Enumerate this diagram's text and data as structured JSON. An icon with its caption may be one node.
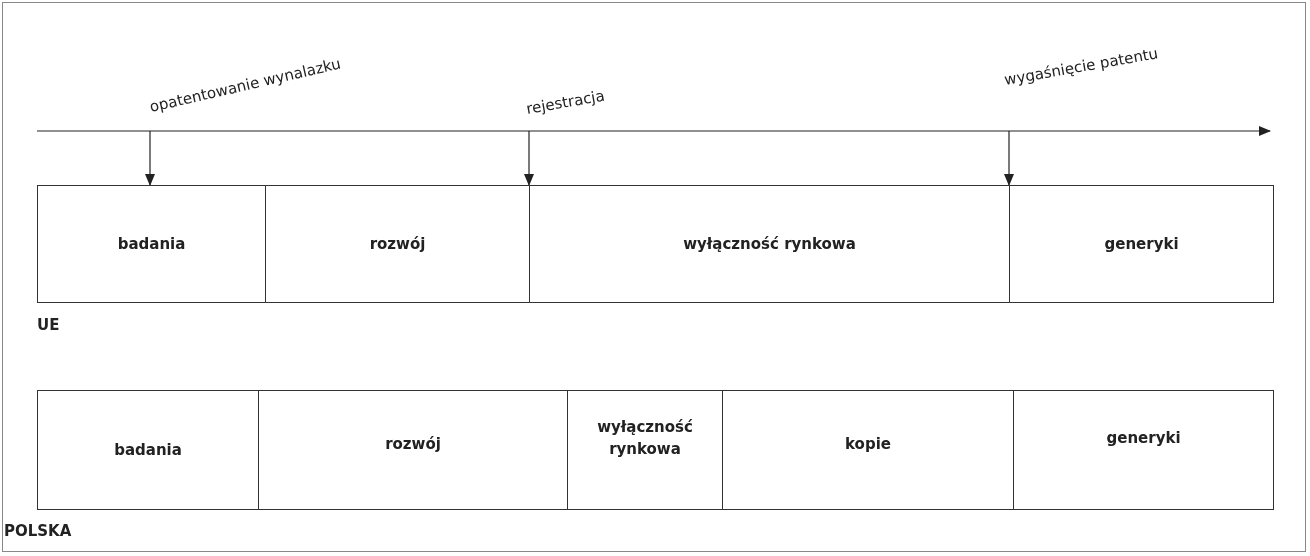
{
  "diagram": {
    "nodes": [
      {
        "text": [
          "badania"
        ]
      },
      {
        "text": [
          "rozwój"
        ]
      },
      {
        "text": [
          "wyłączność rynkowa"
        ]
      },
      {
        "text": [
          "generyki"
        ]
      },
      {
        "text": [
          "badania"
        ]
      },
      {
        "text": [
          "rozwój"
        ]
      },
      {
        "text": [
          "wyłączność rynkowa"
        ]
      },
      {
        "text": [
          "kopie"
        ]
      },
      {
        "text": [
          "generyki"
        ]
      }
    ],
    "edges": [
      {
        "from": null,
        "to": 0,
        "arrow": "to"
      },
      {
        "from": null,
        "to": 2,
        "arrow": "to"
      },
      {
        "from": null,
        "to": 3,
        "arrow": "to"
      }
    ],
    "labels": [
      "opatentowanie wynalazku",
      "rejestracja",
      "wygaśnięcie patentu",
      "UE",
      "POLSKA"
    ]
  }
}
